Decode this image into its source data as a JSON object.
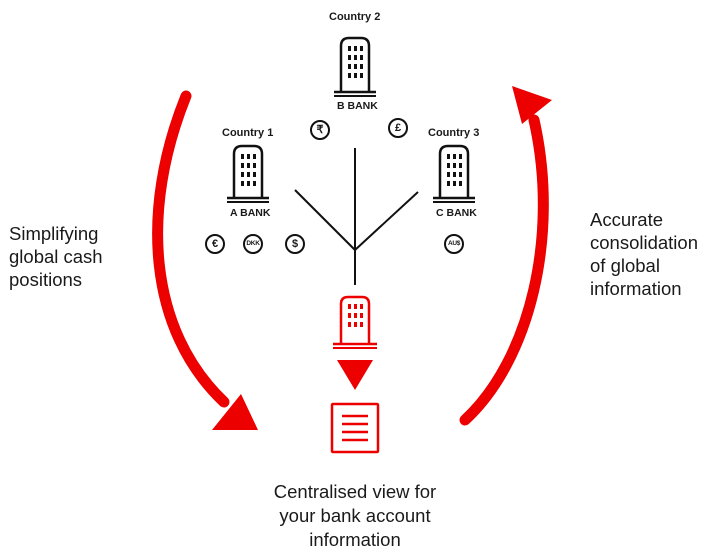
{
  "left_label": "Simplifying\nglobal cash\npositions",
  "right_label": "Accurate\nconsolidation\nof global\ninformation",
  "bottom_label": "Centralised view for\nyour bank account\ninformation",
  "countries": [
    {
      "name": "Country 1",
      "bank": "A BANK",
      "currencies": [
        "€",
        "DKK",
        "$"
      ]
    },
    {
      "name": "Country 2",
      "bank": "B BANK",
      "currencies": [
        "₹",
        "£"
      ]
    },
    {
      "name": "Country 3",
      "bank": "C BANK",
      "currencies": [
        "AU$"
      ]
    }
  ],
  "colors": {
    "accent": "#ec0000",
    "ink": "#111111"
  }
}
